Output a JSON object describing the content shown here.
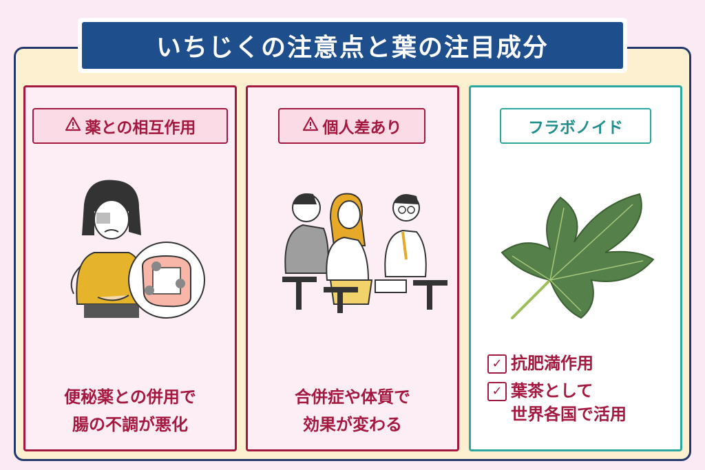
{
  "title": "いちじくの注意点と葉の注目成分",
  "cards": [
    {
      "tag": "薬との相互作用",
      "caption_line1": "便秘薬との併用で",
      "caption_line2": "腸の不調が悪化"
    },
    {
      "tag": "個人差あり",
      "caption_line1": "合併症や体質で",
      "caption_line2": "効果が変わる"
    },
    {
      "tag": "フラボノイド",
      "features": [
        "抗肥満作用",
        "葉茶として\n世界各国で活用"
      ]
    }
  ],
  "icons": {
    "warning": "warning-triangle-icon",
    "check": "check-box-icon",
    "leaf": "fig-leaf-icon"
  },
  "colors": {
    "accent": "#a4173f",
    "navy": "#1f4e8c",
    "teal": "#2aa7a1",
    "leaf": "#4f7a45",
    "bg": "#fbe9f3",
    "panel": "#fdf0d0"
  }
}
